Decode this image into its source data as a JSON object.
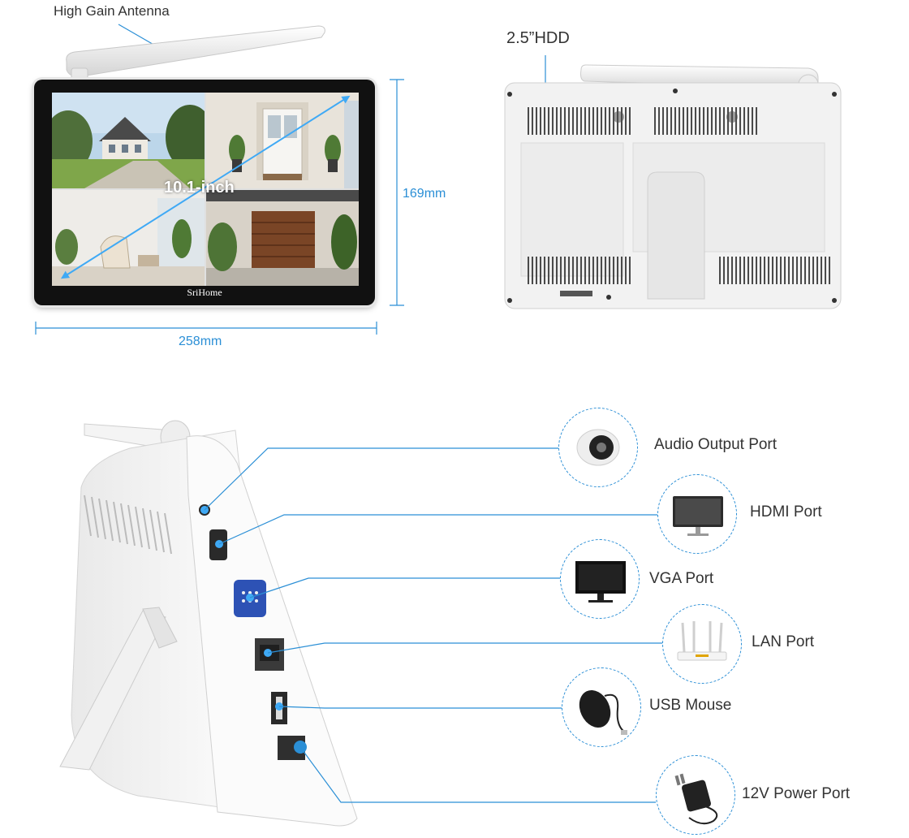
{
  "top_front": {
    "antenna_label": "High Gain Antenna",
    "screen_size": "10.1-inch",
    "brand": "SriHome",
    "height_dimension": "169mm",
    "width_dimension": "258mm"
  },
  "top_back": {
    "hdd_label": "2.5”HDD"
  },
  "ports": [
    {
      "label": "Audio Output Port",
      "icon": "speaker-icon"
    },
    {
      "label": "HDMI Port",
      "icon": "monitor-icon"
    },
    {
      "label": "VGA Port",
      "icon": "vga-monitor-icon"
    },
    {
      "label": "LAN Port",
      "icon": "router-icon"
    },
    {
      "label": "USB Mouse",
      "icon": "mouse-icon"
    },
    {
      "label": "12V Power Port",
      "icon": "power-adapter-icon"
    }
  ],
  "colors": {
    "accent": "#2b8fd6",
    "text": "#333333",
    "device_white": "#f2f2f2",
    "screen_bezel": "#111111"
  }
}
